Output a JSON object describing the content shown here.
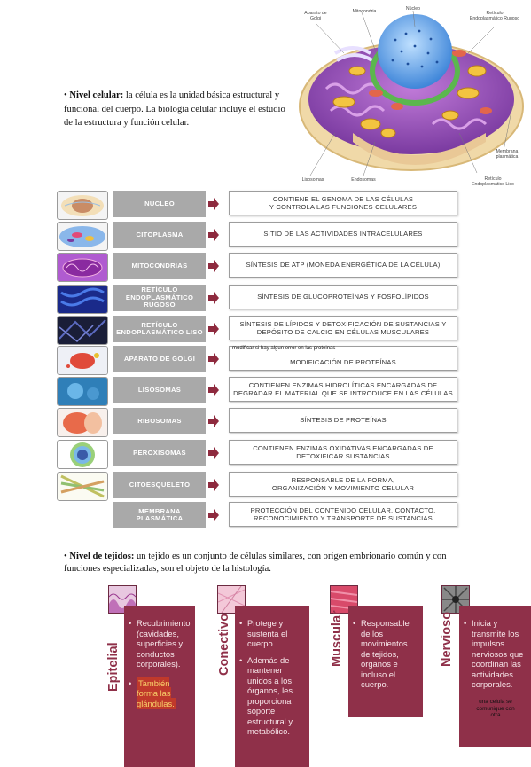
{
  "cell_figure": {
    "labels": {
      "golgi": "Aparato de\nGolgi",
      "mito": "Mitocondria",
      "nucleo": "Núcleo",
      "rer": "Retículo\nEndoplasmático Rugoso",
      "membrana": "Membrana\nplasmática",
      "ree": "Retículo\nEndoplasmático Liso",
      "lisosomas": "Lisosomas",
      "endosomas": "Endosomas"
    }
  },
  "cell_paragraph": {
    "bullet": "•",
    "bold": "Nivel celular:",
    "text": " la célula es la unidad básica estructural y funcional del cuerpo. La biología celular incluye el estudio de la estructura y función celular."
  },
  "organelles": [
    {
      "name": "NÚCLEO",
      "desc": "CONTIENE EL GENOMA DE LAS CÉLULAS\nY CONTROLA LAS FUNCIONES CELULARES",
      "thumb": "nucleus-thumb"
    },
    {
      "name": "CITOPLASMA",
      "desc": "SITIO DE LAS ACTIVIDADES INTRACELULARES",
      "thumb": "cytoplasm-thumb"
    },
    {
      "name": "MITOCONDRIAS",
      "desc": "SÍNTESIS DE ATP (MONEDA ENERGÉTICA DE LA CÉLULA)",
      "thumb": "mitochondria-thumb"
    },
    {
      "name": "RETÍCULO\nENDOPLASMÁTICO\nRUGOSO",
      "desc": "SÍNTESIS DE GLUCOPROTEÍNAS Y FOSFOLÍPIDOS",
      "thumb": "rer-thumb"
    },
    {
      "name": "RETÍCULO\nENDOPLASMÁTICO LISO",
      "desc": "SÍNTESIS DE LÍPIDOS Y DETOXIFICACIÓN DE SUSTANCIAS Y\nDEPÓSITO DE CALCIO EN CÉLULAS MUSCULARES",
      "thumb": "ser-thumb"
    },
    {
      "name": "APARATO DE GOLGI",
      "desc": "MODIFICACIÓN DE PROTEÍNAS",
      "thumb": "golgi-thumb"
    },
    {
      "name": "LISOSOMAS",
      "desc": "CONTIENEN ENZIMAS HIDROLÍTICAS ENCARGADAS DE\nDEGRADAR EL MATERIAL QUE SE INTRODUCE EN LAS CÉLULAS",
      "thumb": "lysosome-thumb"
    },
    {
      "name": "RIBOSOMAS",
      "desc": "SÍNTESIS DE PROTEÍNAS",
      "thumb": "ribosome-thumb"
    },
    {
      "name": "PEROXISOMAS",
      "desc": "CONTIENEN ENZIMAS OXIDATIVAS ENCARGADAS DE\nDETOXIFICAR SUSTANCIAS",
      "thumb": "peroxisome-thumb"
    },
    {
      "name": "CITOESQUELETO",
      "desc": "RESPONSABLE DE LA FORMA,\nORGANIZACIÓN Y MOVIMIENTO CELULAR",
      "thumb": "cytoskeleton-thumb"
    },
    {
      "name": "MEMBRANA\nPLASMÁTICA",
      "desc": "PROTECCIÓN DEL CONTENIDO CELULAR, CONTACTO,\nRECONOCIMIENTO Y TRANSPORTE DE SUSTANCIAS",
      "thumb": ""
    }
  ],
  "golgi_note": "modificar si hay algun error en las proteinas",
  "tissue_paragraph": {
    "bullet": "•",
    "bold": "Nivel de tejidos:",
    "text": " un tejido es un conjunto de células similares, con origen embrionario común y con funciones especializadas, son el objeto de la histología."
  },
  "tissues": [
    {
      "label": "Epitelial",
      "items": [
        "Recubrimiento (cavidades, superficies y conductos corporales)."
      ],
      "highlight": "También forma las glándulas."
    },
    {
      "label": "Conectivo",
      "items": [
        "Protege y sustenta el cuerpo.",
        "Además de mantener unidos a los órganos, les proporciona soporte estructural y metabólico."
      ]
    },
    {
      "label": "Muscular",
      "items": [
        "Responsable de los movimientos de tejidos, órganos e incluso el cuerpo."
      ]
    },
    {
      "label": "Nervioso",
      "items": [
        "Inicia y transmite los impulsos nerviosos que coordinan las actividades corporales."
      ],
      "note": "una celula se comunique con otra"
    }
  ],
  "colors": {
    "tissue_card": "#8f3049",
    "organelle_label_bg": "#a9a9a9",
    "arrow": "#8e2a3e",
    "highlight_bg": "#c0392b",
    "highlight_text": "#f9d36b"
  }
}
